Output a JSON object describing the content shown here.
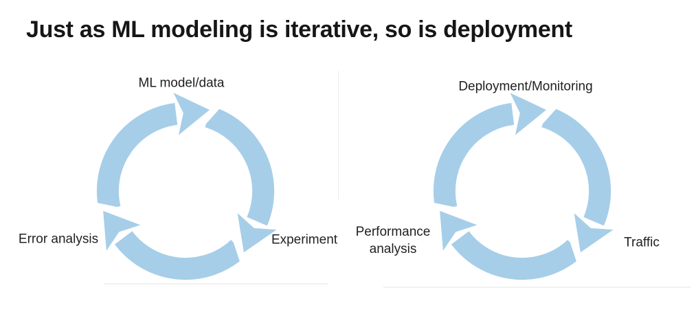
{
  "title": "Just as ML modeling is iterative, so is deployment",
  "colors": {
    "arrow_blue": "#a6cee9",
    "title_text": "#161616",
    "label_text": "#212121"
  },
  "cycles": [
    {
      "id": "ml-iteration",
      "top_label": "ML model/data",
      "right_label": "Experiment",
      "left_label": "Error analysis"
    },
    {
      "id": "deployment-iteration",
      "top_label": "Deployment/Monitoring",
      "right_label": "Traffic",
      "left_label": "Performance\nanalysis"
    }
  ]
}
